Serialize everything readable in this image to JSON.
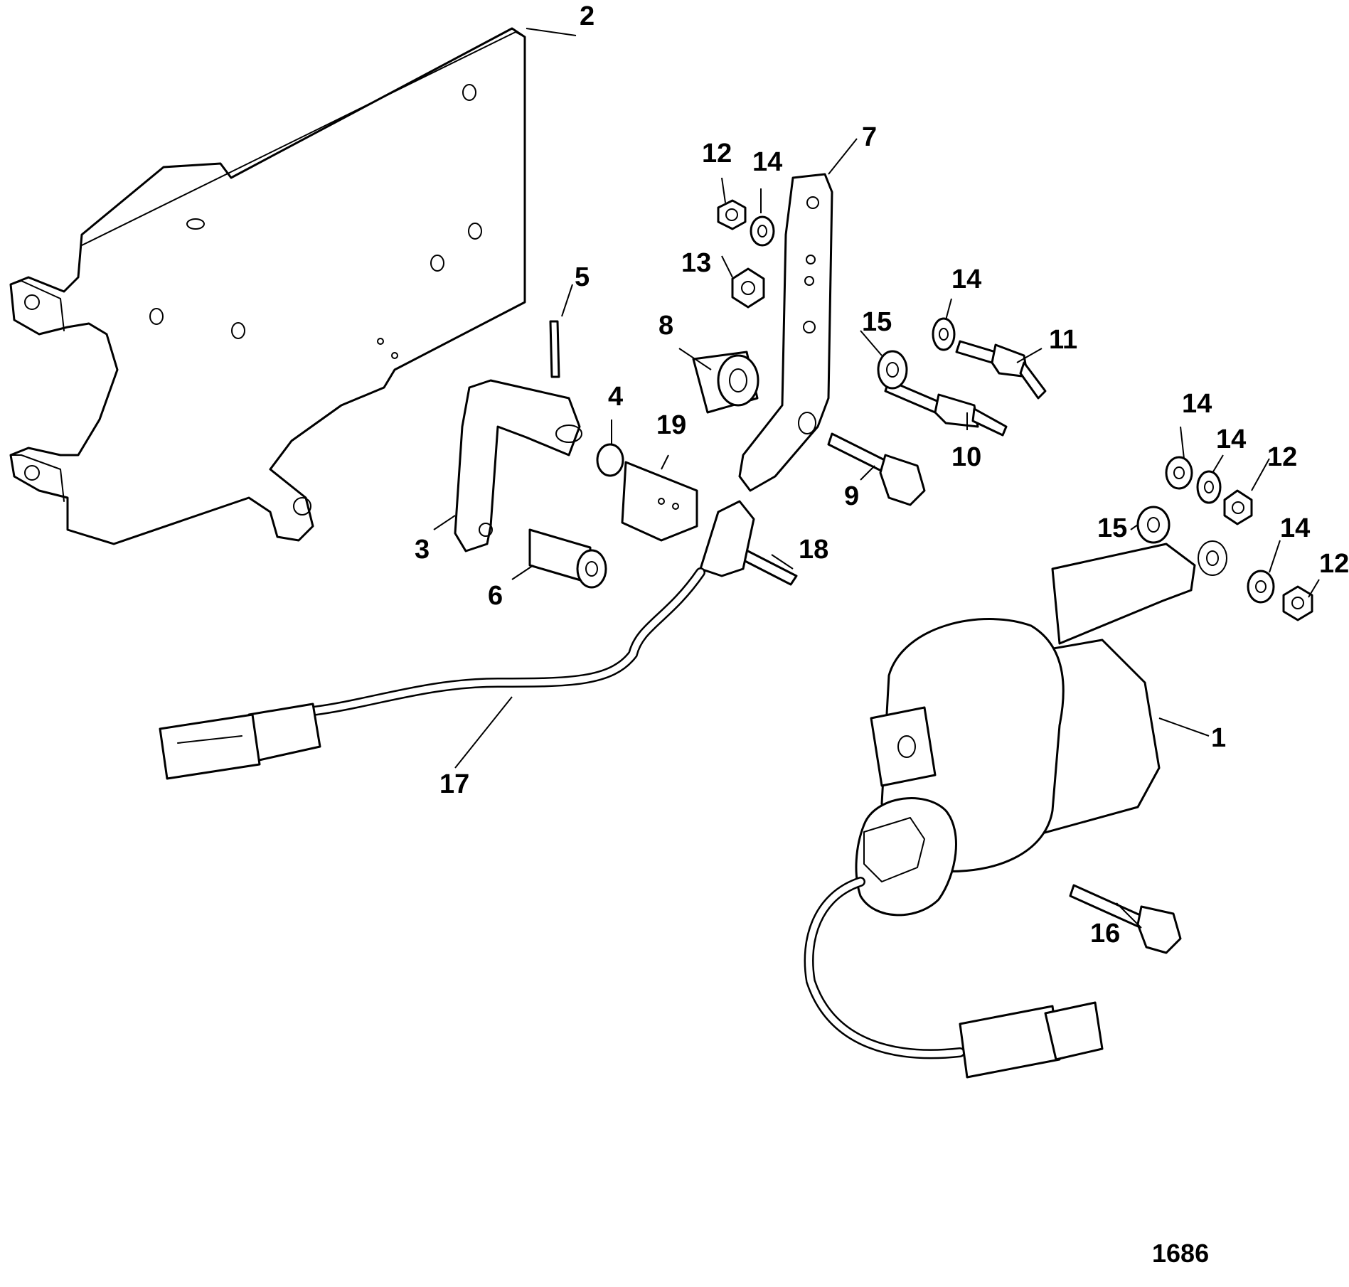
{
  "callouts": {
    "c1": "1",
    "c2": "2",
    "c3": "3",
    "c4": "4",
    "c5": "5",
    "c6": "6",
    "c7": "7",
    "c8": "8",
    "c9": "9",
    "c10": "10",
    "c11": "11",
    "c12a": "12",
    "c12b": "12",
    "c12c": "12",
    "c13": "13",
    "c14a": "14",
    "c14b": "14",
    "c14c": "14",
    "c14d": "14",
    "c14e": "14",
    "c15a": "15",
    "c15b": "15",
    "c16": "16",
    "c17": "17",
    "c18": "18",
    "c19": "19"
  },
  "figure_number": "1686"
}
